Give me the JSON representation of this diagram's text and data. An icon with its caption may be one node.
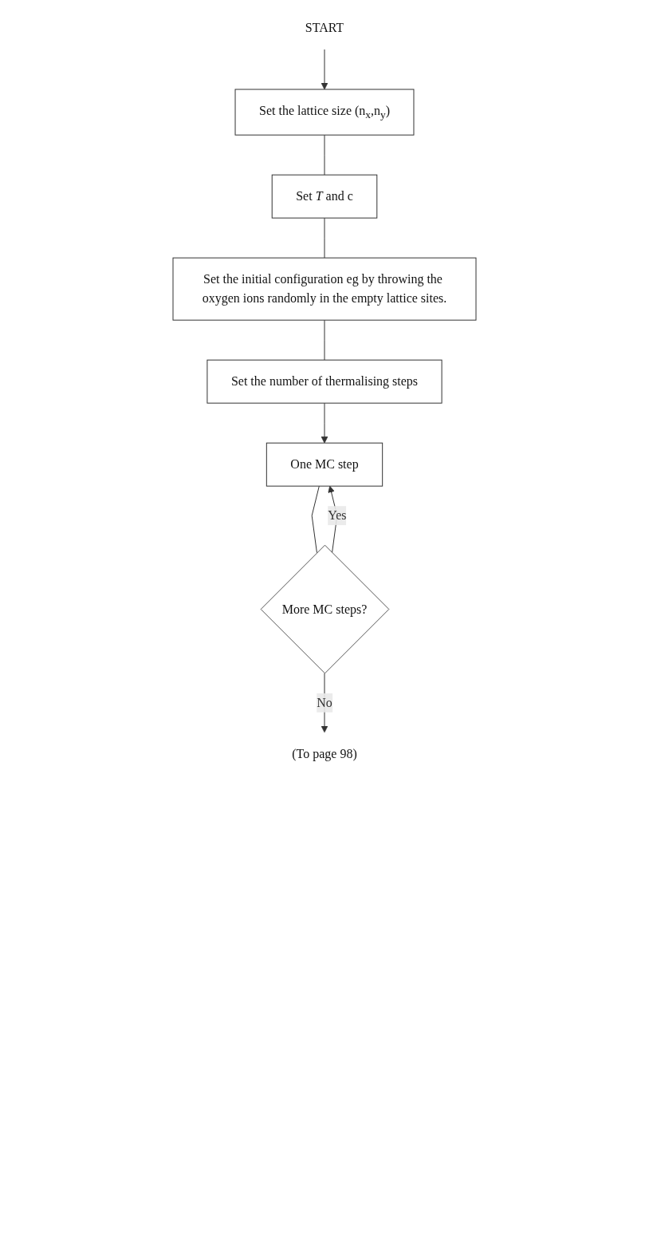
{
  "diagram": {
    "nodes": [
      {
        "text": [
          "START"
        ]
      },
      {
        "text": [
          "Set the lattice size (n$_{x}$,n$_{y}$)"
        ]
      },
      {
        "text": [
          "Set *T* and c"
        ]
      },
      {
        "text": [
          "Set the initial configuration eg by throwing the oxygen ions randomly in the empty lattice sites."
        ]
      },
      {
        "text": [
          "Set the number of thermalising steps"
        ]
      },
      {
        "text": [
          "One MC step"
        ]
      },
      {
        "text": [
          "More MC steps?"
        ]
      },
      {
        "text": [
          "(To page 98)"
        ]
      }
    ],
    "edges": [
      {
        "from": 0,
        "to": 1,
        "arrow": "to"
      },
      {
        "from": 1,
        "to": 2,
        "arrow": "none"
      },
      {
        "from": 2,
        "to": 3,
        "arrow": "none"
      },
      {
        "from": 3,
        "to": 4,
        "arrow": "none"
      },
      {
        "from": 4,
        "to": 5,
        "arrow": "to"
      },
      {
        "from": 5,
        "to": 6,
        "arrow": "none"
      },
      {
        "from": 6,
        "to": 5,
        "arrow": "to",
        "label": "Yes"
      },
      {
        "from": 6,
        "to": 7,
        "arrow": "to",
        "label": "No"
      }
    ]
  }
}
